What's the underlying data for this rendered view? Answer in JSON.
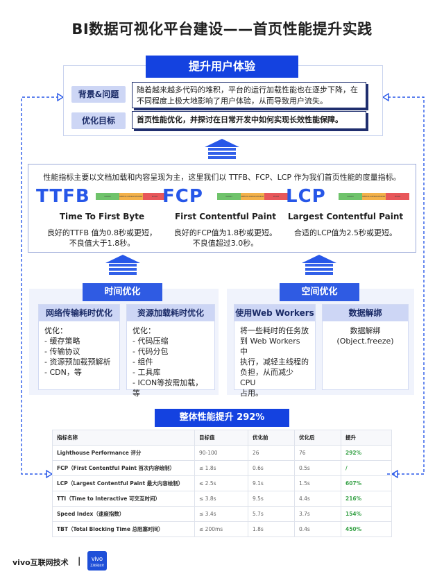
{
  "title": "BI数据可视化平台建设——首页性能提升实践",
  "top": {
    "header": "提升用户体验",
    "rows": [
      {
        "tag": "背景&问题",
        "text": "随着越来越多代码的堆积，平台的运行加载性能也在逐步下降，在不同程度上极大地影响了用户体验，从而导致用户流失。"
      },
      {
        "tag": "优化目标",
        "text": "首页性能优化，并探讨在日常开发中如何实现长效性能保障。"
      }
    ]
  },
  "metrics": {
    "intro": "性能指标主要以文档加载和内容呈现为主，这里我们以 TTFB、FCP、LCP 作为我们首页性能的度量指标。",
    "scale_labels": [
      "GOOD",
      "NEEDS IMPROVEMENT",
      "POOR"
    ],
    "scale_colors": {
      "good": "#6fc36b",
      "needs_improvement": "#f3b14a",
      "poor": "#e8575a"
    },
    "items": [
      {
        "abbr": "TTFB",
        "name": "Time To First Byte",
        "desc1": "良好的TTFB 值为0.8秒或更短，",
        "desc2": "不良值大于1.8秒。"
      },
      {
        "abbr": "FCP",
        "name": "First Contentful Paint",
        "desc1": "良好的FCP值为1.8秒或更短。",
        "desc2": "不良值超过3.0秒。"
      },
      {
        "abbr": "LCP",
        "name": "Largest Contentful Paint",
        "desc1": "合适的LCP值为2.5秒或更短。",
        "desc2": ""
      }
    ]
  },
  "time_panel": {
    "title": "时间优化",
    "cards": [
      {
        "title": "网络传输耗时优化",
        "lines": [
          "优化：",
          "- 缓存策略",
          "- 传输协议",
          "- 资源预加载预解析",
          "- CDN，等"
        ]
      },
      {
        "title": "资源加载耗时优化",
        "lines": [
          "优化：",
          "- 代码压缩",
          "- 代码分包",
          "- 组件",
          "- 工具库",
          "- ICON等按需加载，等"
        ]
      }
    ]
  },
  "space_panel": {
    "title": "空间优化",
    "cards": [
      {
        "title": "使用Web Workers",
        "lines": [
          "将一些耗时的任务放",
          "到 Web Workers 中",
          "执行，减轻主线程的",
          "负担，从而减少 CPU",
          "占用。"
        ]
      },
      {
        "title": "数据解绑",
        "lines": [
          "数据解绑",
          "(Object.freeze)"
        ]
      }
    ]
  },
  "total": {
    "header": "整体性能提升 292%",
    "columns": [
      "指标名称",
      "目标值",
      "优化前",
      "优化后",
      "提升"
    ],
    "rows": [
      [
        "Lighthouse Performance 评分",
        "90-100",
        "26",
        "76",
        "292%"
      ],
      [
        "FCP（First Contentful Paint 首次内容绘制）",
        "≤ 1.8s",
        "0.6s",
        "0.5s",
        "/"
      ],
      [
        "LCP（Largest Contentful Paint 最大内容绘制）",
        "≤ 2.5s",
        "9.1s",
        "1.5s",
        "607%"
      ],
      [
        "TTI（Time to Interactive 可交互时间）",
        "≤ 3.8s",
        "9.5s",
        "4.4s",
        "216%"
      ],
      [
        "Speed Index（速度指数）",
        "≤ 3.4s",
        "5.7s",
        "3.7s",
        "154%"
      ],
      [
        "TBT（Total Blocking Time 总阻塞时间）",
        "≤ 200ms",
        "1.8s",
        "0.4s",
        "450%"
      ]
    ]
  },
  "footer": {
    "brand": "vivo互联网技术",
    "separator": "|",
    "logo_word": "vivo",
    "logo_sub": "互联网技术"
  },
  "colors": {
    "accent": "#1442e0",
    "improvement": "#3aa34a"
  }
}
